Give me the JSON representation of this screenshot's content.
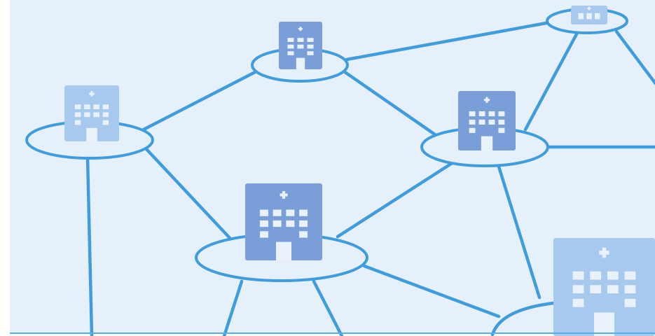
{
  "network": {
    "colors": {
      "background": "#e6f0fa",
      "frame": "#ffffff",
      "line": "#3f9ddd",
      "node_fill": "#e6f0fa",
      "building_dark": "#7a9fd8",
      "building_light": "#a7c9ee",
      "window": "#e9f1fb",
      "baseline": "#5aaee6"
    },
    "icon": "hospital-building-icon",
    "nodes": [
      {
        "id": "hospital-top-center",
        "shade": "dark"
      },
      {
        "id": "hospital-top-right",
        "shade": "light"
      },
      {
        "id": "hospital-left",
        "shade": "light"
      },
      {
        "id": "hospital-middle-right",
        "shade": "dark"
      },
      {
        "id": "hospital-center",
        "shade": "dark"
      },
      {
        "id": "hospital-bottom-right",
        "shade": "light"
      }
    ]
  }
}
